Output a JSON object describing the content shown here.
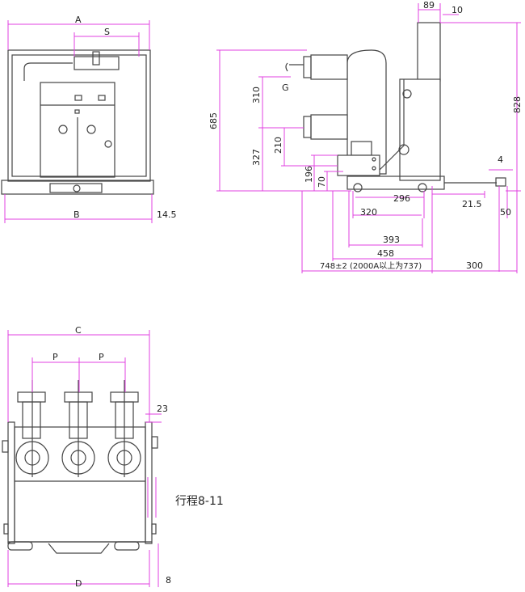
{
  "front_view": {
    "dim_a": "A",
    "dim_s": "S",
    "dim_b": "B",
    "dim_offset": "14.5"
  },
  "side_view": {
    "dim_top_width": "89",
    "dim_top_offset": "10",
    "dim_total_height": "828",
    "dim_height": "685",
    "dim_upper_pitch": "310",
    "dim_lower_height": "327",
    "dim_210": "210",
    "dim_196": "196",
    "dim_70": "70",
    "label_g": "G",
    "dim_4": "4",
    "dim_296": "296",
    "dim_21_5": "21.5",
    "dim_320": "320",
    "dim_50": "50",
    "dim_393": "393",
    "dim_458": "458",
    "dim_depth": "748±2 (2000A以上为737)",
    "dim_300": "300"
  },
  "top_view": {
    "dim_c": "C",
    "dim_p1": "P",
    "dim_p2": "P",
    "dim_23": "23",
    "stroke_label": "行程8-11",
    "dim_d": "D",
    "dim_8": "8"
  }
}
